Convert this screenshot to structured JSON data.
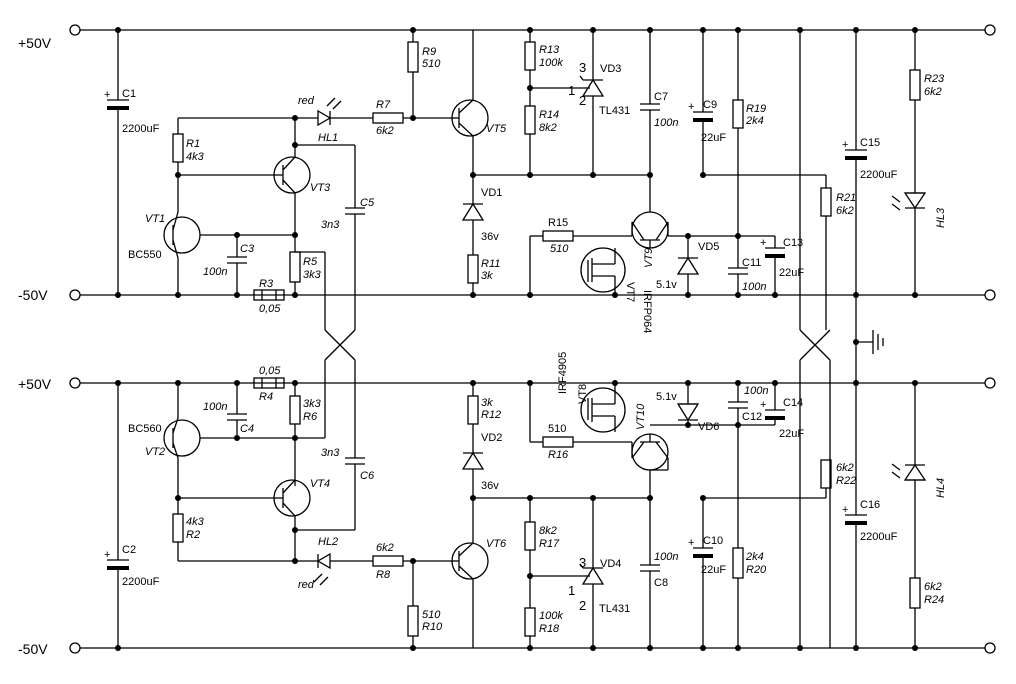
{
  "rails": {
    "top_pos": "+50V",
    "top_neg": "-50V",
    "bot_pos": "+50V",
    "bot_neg": "-50V"
  },
  "components": {
    "C1": {
      "ref": "C1",
      "value": "2200uF"
    },
    "C2": {
      "ref": "C2",
      "value": "2200uF"
    },
    "C3": {
      "ref": "C3",
      "value": "100n"
    },
    "C4": {
      "ref": "C4",
      "value": "100n"
    },
    "C5": {
      "ref": "C5",
      "value": "3n3"
    },
    "C6": {
      "ref": "C6",
      "value": "3n3"
    },
    "C7": {
      "ref": "C7",
      "value": "100n"
    },
    "C8": {
      "ref": "C8",
      "value": "100n"
    },
    "C9": {
      "ref": "C9",
      "value": "22uF"
    },
    "C10": {
      "ref": "C10",
      "value": "22uF"
    },
    "C11": {
      "ref": "C11",
      "value": "100n"
    },
    "C12": {
      "ref": "C12",
      "value": "100n"
    },
    "C13": {
      "ref": "C13",
      "value": "22uF"
    },
    "C14": {
      "ref": "C14",
      "value": "22uF"
    },
    "C15": {
      "ref": "C15",
      "value": "2200uF"
    },
    "C16": {
      "ref": "C16",
      "value": "2200uF"
    },
    "R1": {
      "ref": "R1",
      "value": "4k3"
    },
    "R2": {
      "ref": "R2",
      "value": "4k3"
    },
    "R3": {
      "ref": "R3",
      "value": "0,05"
    },
    "R4": {
      "ref": "R4",
      "value": "0,05"
    },
    "R5": {
      "ref": "R5",
      "value": "3k3"
    },
    "R6": {
      "ref": "R6",
      "value": "3k3"
    },
    "R7": {
      "ref": "R7",
      "value": "6k2"
    },
    "R8": {
      "ref": "R8",
      "value": "6k2"
    },
    "R9": {
      "ref": "R9",
      "value": "510"
    },
    "R10": {
      "ref": "R10",
      "value": "510"
    },
    "R11": {
      "ref": "R11",
      "value": "3k"
    },
    "R12": {
      "ref": "R12",
      "value": "3k"
    },
    "R13": {
      "ref": "R13",
      "value": "100k"
    },
    "R14": {
      "ref": "R14",
      "value": "8k2"
    },
    "R15": {
      "ref": "R15",
      "value": "510"
    },
    "R16": {
      "ref": "R16",
      "value": "510"
    },
    "R17": {
      "ref": "R17",
      "value": "8k2"
    },
    "R18": {
      "ref": "R18",
      "value": "100k"
    },
    "R19": {
      "ref": "R19",
      "value": "2k4"
    },
    "R20": {
      "ref": "R20",
      "value": "2k4"
    },
    "R21": {
      "ref": "R21",
      "value": "6k2"
    },
    "R22": {
      "ref": "R22",
      "value": "6k2"
    },
    "R23": {
      "ref": "R23",
      "value": "6k2"
    },
    "R24": {
      "ref": "R24",
      "value": "6k2"
    },
    "VT1": {
      "ref": "VT1",
      "type": "BC550"
    },
    "VT2": {
      "ref": "VT2",
      "type": "BC560"
    },
    "VT3": {
      "ref": "VT3"
    },
    "VT4": {
      "ref": "VT4"
    },
    "VT5": {
      "ref": "VT5"
    },
    "VT6": {
      "ref": "VT6"
    },
    "VT7": {
      "ref": "VT7",
      "type": "IRFP064"
    },
    "VT8": {
      "ref": "VT8",
      "type": "IRF4905"
    },
    "VT9": {
      "ref": "VT9"
    },
    "VT10": {
      "ref": "VT10"
    },
    "VD1": {
      "ref": "VD1",
      "value": "36v"
    },
    "VD2": {
      "ref": "VD2",
      "value": "36v"
    },
    "VD3": {
      "ref": "VD3",
      "type": "TL431",
      "pin_cathode": "3",
      "pin_ref": "1",
      "pin_anode": "2"
    },
    "VD4": {
      "ref": "VD4",
      "type": "TL431",
      "pin_cathode": "3",
      "pin_ref": "1",
      "pin_anode": "2"
    },
    "VD5": {
      "ref": "VD5",
      "value": "5.1v"
    },
    "VD6": {
      "ref": "VD6",
      "value": "5.1v"
    },
    "HL1": {
      "ref": "HL1",
      "color": "red"
    },
    "HL2": {
      "ref": "HL2",
      "color": "red"
    },
    "HL3": {
      "ref": "HL3"
    },
    "HL4": {
      "ref": "HL4"
    }
  }
}
